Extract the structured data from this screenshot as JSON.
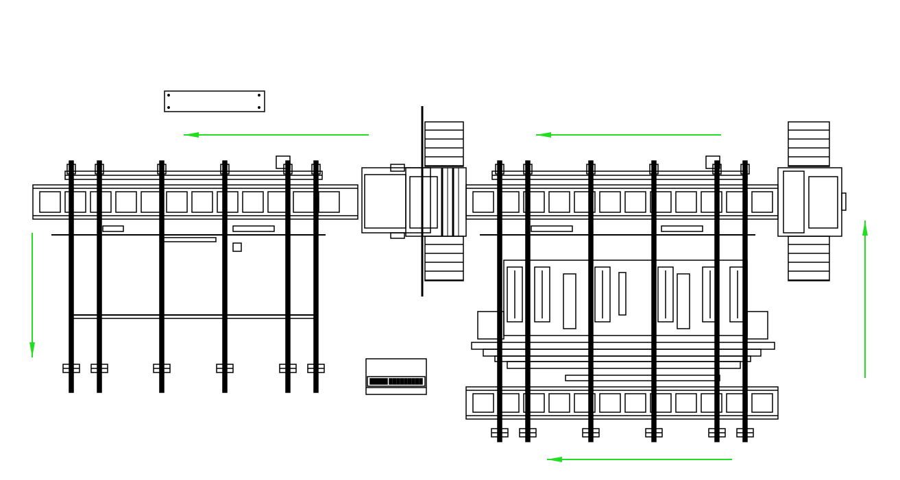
{
  "drawing": {
    "background": "#ffffff",
    "line_color": "#000000",
    "arrow_color": "#22dd22",
    "flow_arrows": [
      {
        "direction": "left"
      },
      {
        "direction": "left"
      },
      {
        "direction": "down"
      },
      {
        "direction": "up"
      },
      {
        "direction": "left"
      }
    ]
  }
}
